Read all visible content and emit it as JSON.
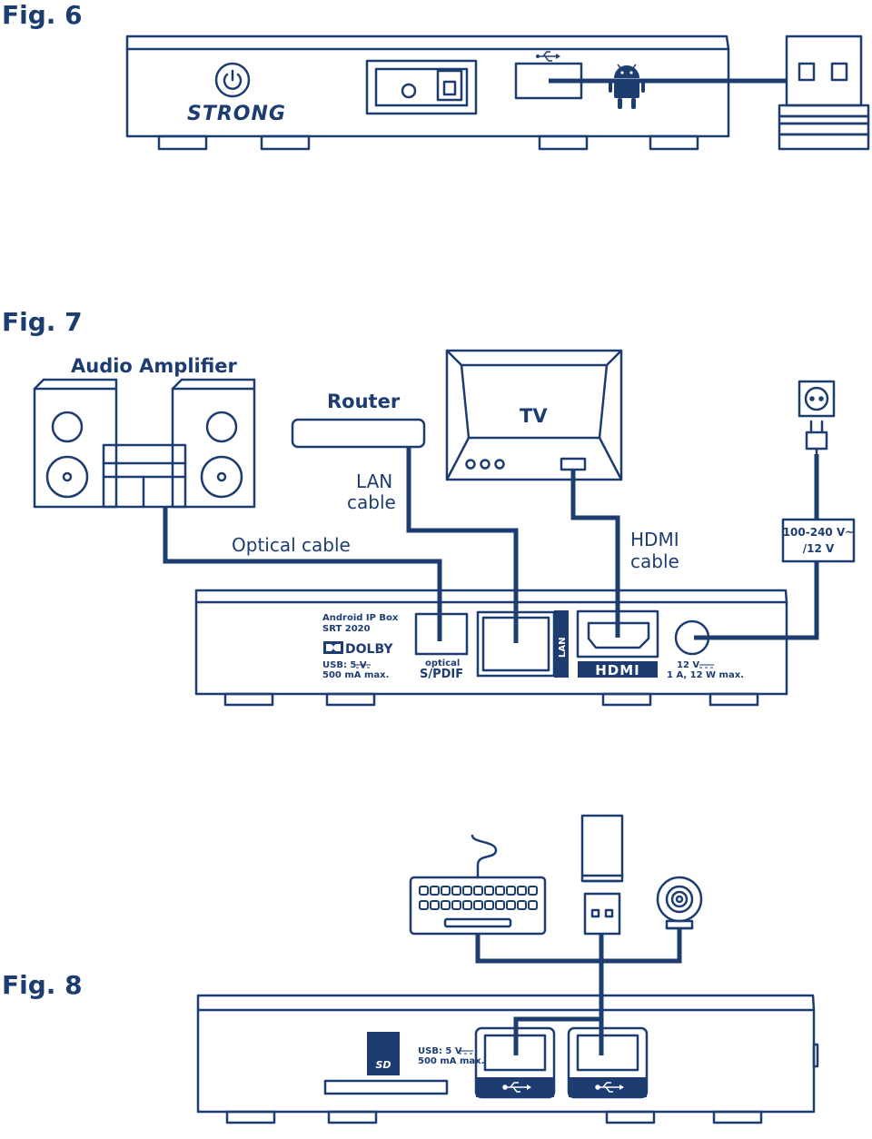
{
  "fig6": {
    "title": "Fig. 6",
    "brand": "STRONG"
  },
  "fig7": {
    "title": "Fig. 7",
    "audio_amplifier": "Audio Amplifier",
    "router": "Router",
    "tv": "TV",
    "lan_cable_1": "LAN",
    "lan_cable_2": "cable",
    "optical_cable": "Optical cable",
    "hdmi_cable_1": "HDMI",
    "hdmi_cable_2": "cable",
    "psu_1": "100-240 V~",
    "psu_2": "/12 V",
    "model_1": "Android IP Box",
    "model_2": "SRT 2020",
    "dolby": "DOLBY",
    "usb_spec_1": "USB: 5 V",
    "usb_spec_2": "500 mA max.",
    "optical_1": "optical",
    "optical_2": "S/PDIF",
    "lan_port": "LAN",
    "hdmi_logo": "HDMI",
    "power_1": "12 V",
    "power_2": "1 A, 12 W max."
  },
  "fig8": {
    "title": "Fig. 8",
    "sd": "SD",
    "usb_spec_1": "USB: 5 V",
    "usb_spec_2": "500 mA max."
  },
  "colors": {
    "primary": "#1d3d71",
    "background": "#ffffff"
  }
}
